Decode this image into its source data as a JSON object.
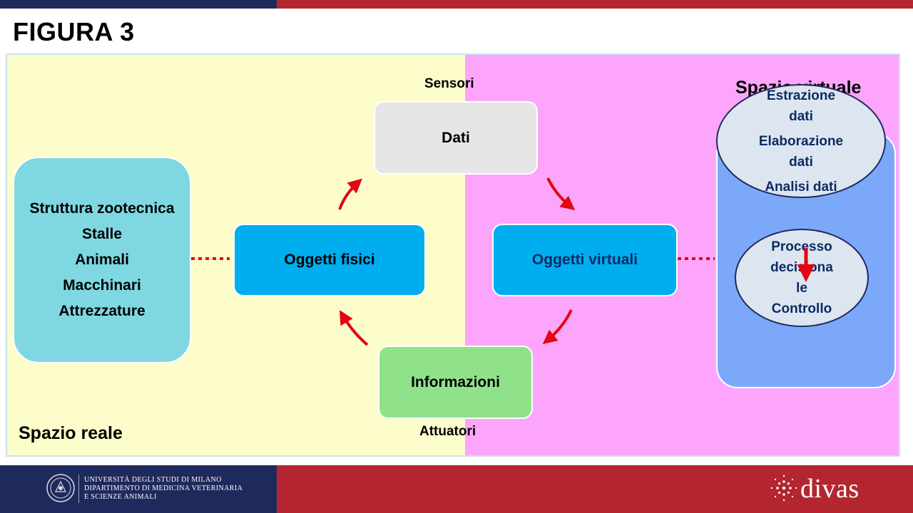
{
  "header": {
    "title": "FIGURA 3"
  },
  "real_space": {
    "label": "Spazio reale",
    "items": [
      "Struttura zootecnica",
      "Stalle",
      "Animali",
      "Macchinari",
      "Attrezzature"
    ]
  },
  "virtual_space": {
    "label": "Spazio virtuale"
  },
  "nodes": {
    "physical_objects": "Oggetti fisici",
    "data": "Dati",
    "virtual_objects": "Oggetti virtuali",
    "information": "Informazioni"
  },
  "labels": {
    "sensors": "Sensori",
    "actuators": "Attuatori"
  },
  "processing": {
    "lines": [
      "Estrazione",
      "dati",
      "Elaborazione",
      "dati",
      "Analisi dati"
    ],
    "decision_lines": [
      "Processo",
      "decisiona",
      "le",
      "Controllo"
    ]
  },
  "footer": {
    "university_lines": [
      "UNIVERSITÀ DEGLI STUDI DI MILANO",
      "DIPARTIMENTO DI MEDICINA VETERINARIA",
      "E SCIENZE ANIMALI"
    ],
    "brand": "divas"
  },
  "colors": {
    "navy": "#1f2a5c",
    "red": "#b3262f",
    "arrow": "#e30613",
    "real_bg": "#fdfdcb",
    "virtual_bg": "#fca5fb",
    "cyan_box": "#00aeef"
  }
}
